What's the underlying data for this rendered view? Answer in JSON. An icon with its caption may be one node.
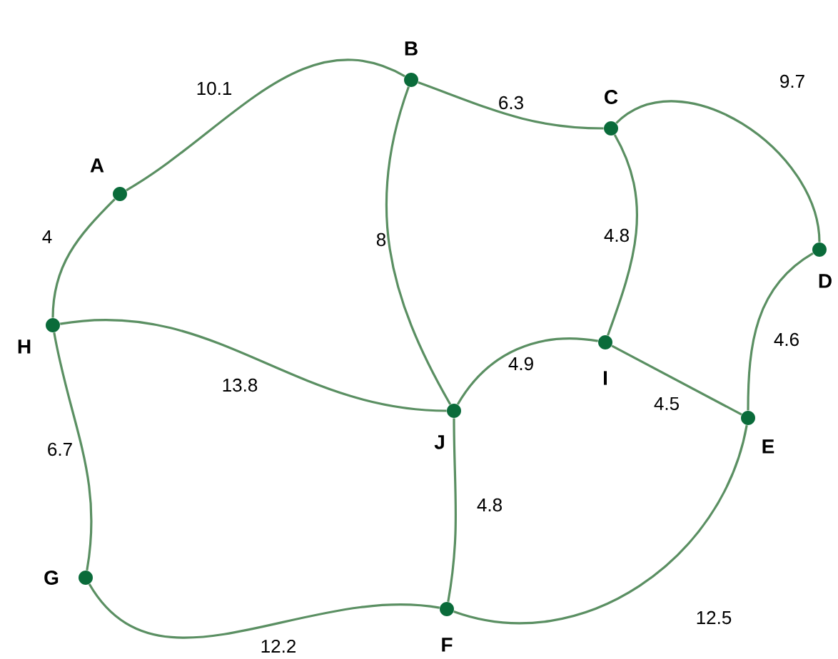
{
  "diagram": {
    "nodes": [
      {
        "text": [
          "A"
        ]
      },
      {
        "text": [
          "B"
        ]
      },
      {
        "text": [
          "C"
        ]
      },
      {
        "text": [
          "D"
        ]
      },
      {
        "text": [
          "E"
        ]
      },
      {
        "text": [
          "F"
        ]
      },
      {
        "text": [
          "G"
        ]
      },
      {
        "text": [
          "H"
        ]
      },
      {
        "text": [
          "I"
        ]
      },
      {
        "text": [
          "J"
        ]
      }
    ],
    "edges": [
      {
        "from": 0,
        "to": 1,
        "arrow": "none",
        "label": "10.1"
      },
      {
        "from": 1,
        "to": 2,
        "arrow": "none",
        "label": "6.3"
      },
      {
        "from": 2,
        "to": 3,
        "arrow": "none",
        "label": "9.7"
      },
      {
        "from": 0,
        "to": 7,
        "arrow": "none",
        "label": "4"
      },
      {
        "from": 1,
        "to": 9,
        "arrow": "none",
        "label": "8"
      },
      {
        "from": 2,
        "to": 8,
        "arrow": "none",
        "label": "4.8"
      },
      {
        "from": 3,
        "to": 4,
        "arrow": "none",
        "label": "4.6"
      },
      {
        "from": 7,
        "to": 9,
        "arrow": "none",
        "label": "13.8"
      },
      {
        "from": 9,
        "to": 8,
        "arrow": "none",
        "label": "4.9"
      },
      {
        "from": 8,
        "to": 4,
        "arrow": "none",
        "label": "4.5"
      },
      {
        "from": 7,
        "to": 6,
        "arrow": "none",
        "label": "6.7"
      },
      {
        "from": 9,
        "to": 5,
        "arrow": "none",
        "label": "4.8"
      },
      {
        "from": 6,
        "to": 5,
        "arrow": "none",
        "label": "12.2"
      },
      {
        "from": 5,
        "to": 4,
        "arrow": "none",
        "label": "12.5"
      }
    ]
  }
}
